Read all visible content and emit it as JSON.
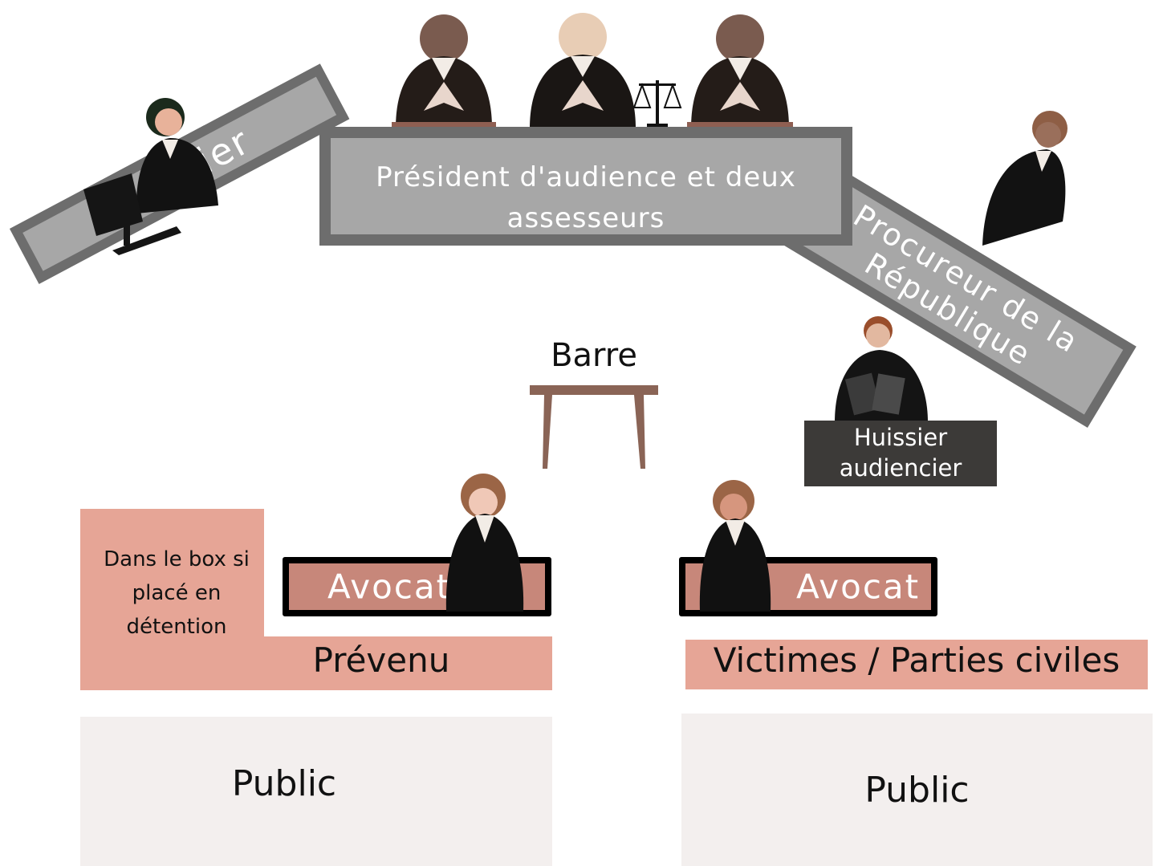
{
  "colors": {
    "bench_fill": "#a7a7a7",
    "bench_border": "#6d6d6d",
    "pink": "#e6a596",
    "avocat_fill": "#c7877a",
    "public": "#f3efee",
    "huissier_box": "#3c3a38",
    "table": "#8a6456"
  },
  "labels": {
    "judges": "Président d'audience et deux assesseurs",
    "greffier": "Greffier",
    "procureur": "Procureur de la République",
    "barre": "Barre",
    "huissier": "Huissier audiencier",
    "box_note": "Dans le box si placé en détention",
    "avocat_left": "Avocat",
    "avocat_right": "Avocat",
    "prevenu": "Prévenu",
    "victimes": "Victimes / Parties civiles",
    "public_left": "Public",
    "public_right": "Public"
  },
  "icons": [
    "judge-figure-icon",
    "president-figure-icon",
    "scales-of-justice-icon",
    "greffier-figure-icon",
    "computer-monitor-icon",
    "procureur-figure-icon",
    "huissier-figure-icon",
    "lawyer-figure-icon",
    "barre-table-icon"
  ]
}
